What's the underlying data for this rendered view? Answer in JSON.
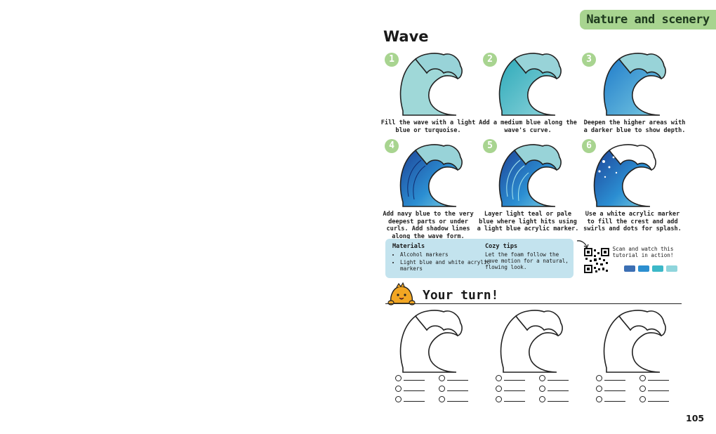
{
  "banner": "Nature and scenery",
  "title": "Wave",
  "steps": [
    {
      "num": "1",
      "caption": "Fill the wave with a light blue or turquoise."
    },
    {
      "num": "2",
      "caption": "Add a medium blue along the wave's curve."
    },
    {
      "num": "3",
      "caption": "Deepen the higher areas with a darker blue to show depth."
    },
    {
      "num": "4",
      "caption": "Add navy blue to the very deepest parts or under curls. Add shadow lines along the wave form."
    },
    {
      "num": "5",
      "caption": "Layer light teal or pale blue where light hits using a light blue acrylic marker."
    },
    {
      "num": "6",
      "caption": "Use a white acrylic marker to fill the crest and add swirls and dots for splash."
    }
  ],
  "materials": {
    "heading": "Materials",
    "items": [
      "Alcohol markers",
      "Light blue and white acrylic markers"
    ]
  },
  "tips": {
    "heading": "Cozy tips",
    "text": "Let the foam follow the wave motion for a natural, flowing look."
  },
  "scan_text": "Scan and watch this tutorial in action!",
  "swatches": [
    "#3c6fb4",
    "#2c8fd0",
    "#3cb8c8",
    "#8fd5dc"
  ],
  "your_turn": "Your turn!",
  "page_number": "105",
  "colors": {
    "accent_green": "#a8d490",
    "info_box": "#c3e3ee",
    "crest": "#98d3d8"
  }
}
